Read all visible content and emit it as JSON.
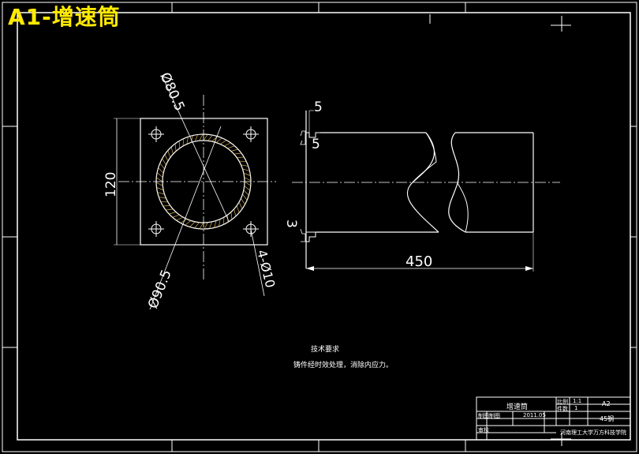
{
  "title": "A1-增速筒",
  "dimensions": {
    "dia_outer": "Ø80.5",
    "dia_inner": "Ø90.5",
    "height": "120",
    "holes": "4-Ø10",
    "step_top": "5",
    "step_mid": "5",
    "step_bottom": "3",
    "length": "450"
  },
  "notes": {
    "heading": "技术要求",
    "line1": "铸件经时效处理，消除内应力。"
  },
  "title_block": {
    "part_name": "增速筒",
    "scale_label": "比例",
    "scale": "1:1",
    "sheet_size": "A2",
    "qty_label": "件数",
    "qty": "1",
    "date": "2011.05",
    "material": "45钢",
    "drawn_label": "制图",
    "check_label": "审核",
    "designer": "制图",
    "school": "河南理工大学万方科技学院"
  }
}
